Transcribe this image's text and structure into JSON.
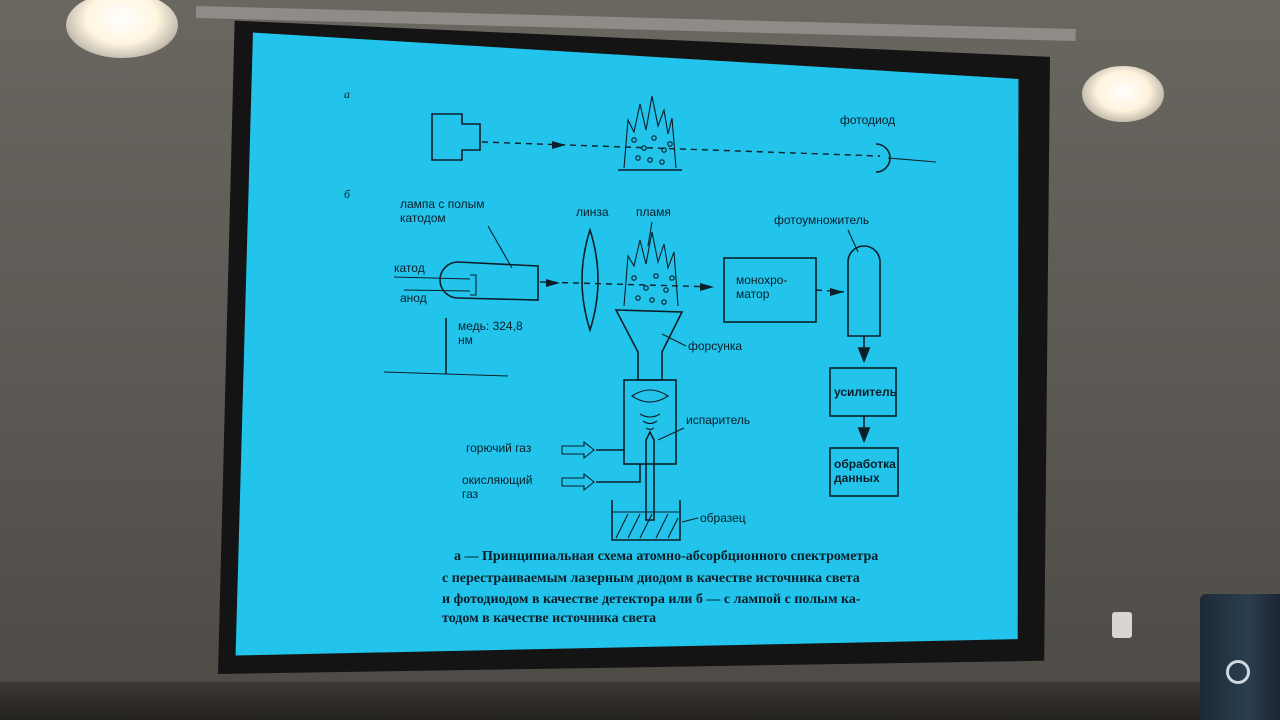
{
  "diagram": {
    "part_a_label": "а",
    "part_b_label": "б",
    "labels": {
      "photodiode": "фотодиод",
      "lamp_line1": "лампа с полым",
      "lamp_line2": "катодом",
      "lens": "линза",
      "flame": "пламя",
      "photomultiplier": "фотоумножитель",
      "cathode": "катод",
      "anode": "анод",
      "monochromator_line1": "монохро-",
      "monochromator_line2": "матор",
      "copper_line1": "медь: 324,8",
      "copper_line2": "нм",
      "nebulizer": "форсунка",
      "amplifier": "усилитель",
      "evaporator": "испаритель",
      "fuel_gas": "горючий газ",
      "oxidizer_line1": "окисляющий",
      "oxidizer_line2": "газ",
      "data_processing_line1": "обработка",
      "data_processing_line2": "данных",
      "sample": "образец"
    },
    "caption": {
      "line1": "а — Принципиальная схема атомно-абсорбционного спектрометра",
      "line2": "с перестраиваемым лазерным диодом в качестве источника света",
      "line3": "и фотодиодом в качестве детектора или б — с лампой с полым ка-",
      "line4": "тодом в качестве источника света"
    }
  }
}
